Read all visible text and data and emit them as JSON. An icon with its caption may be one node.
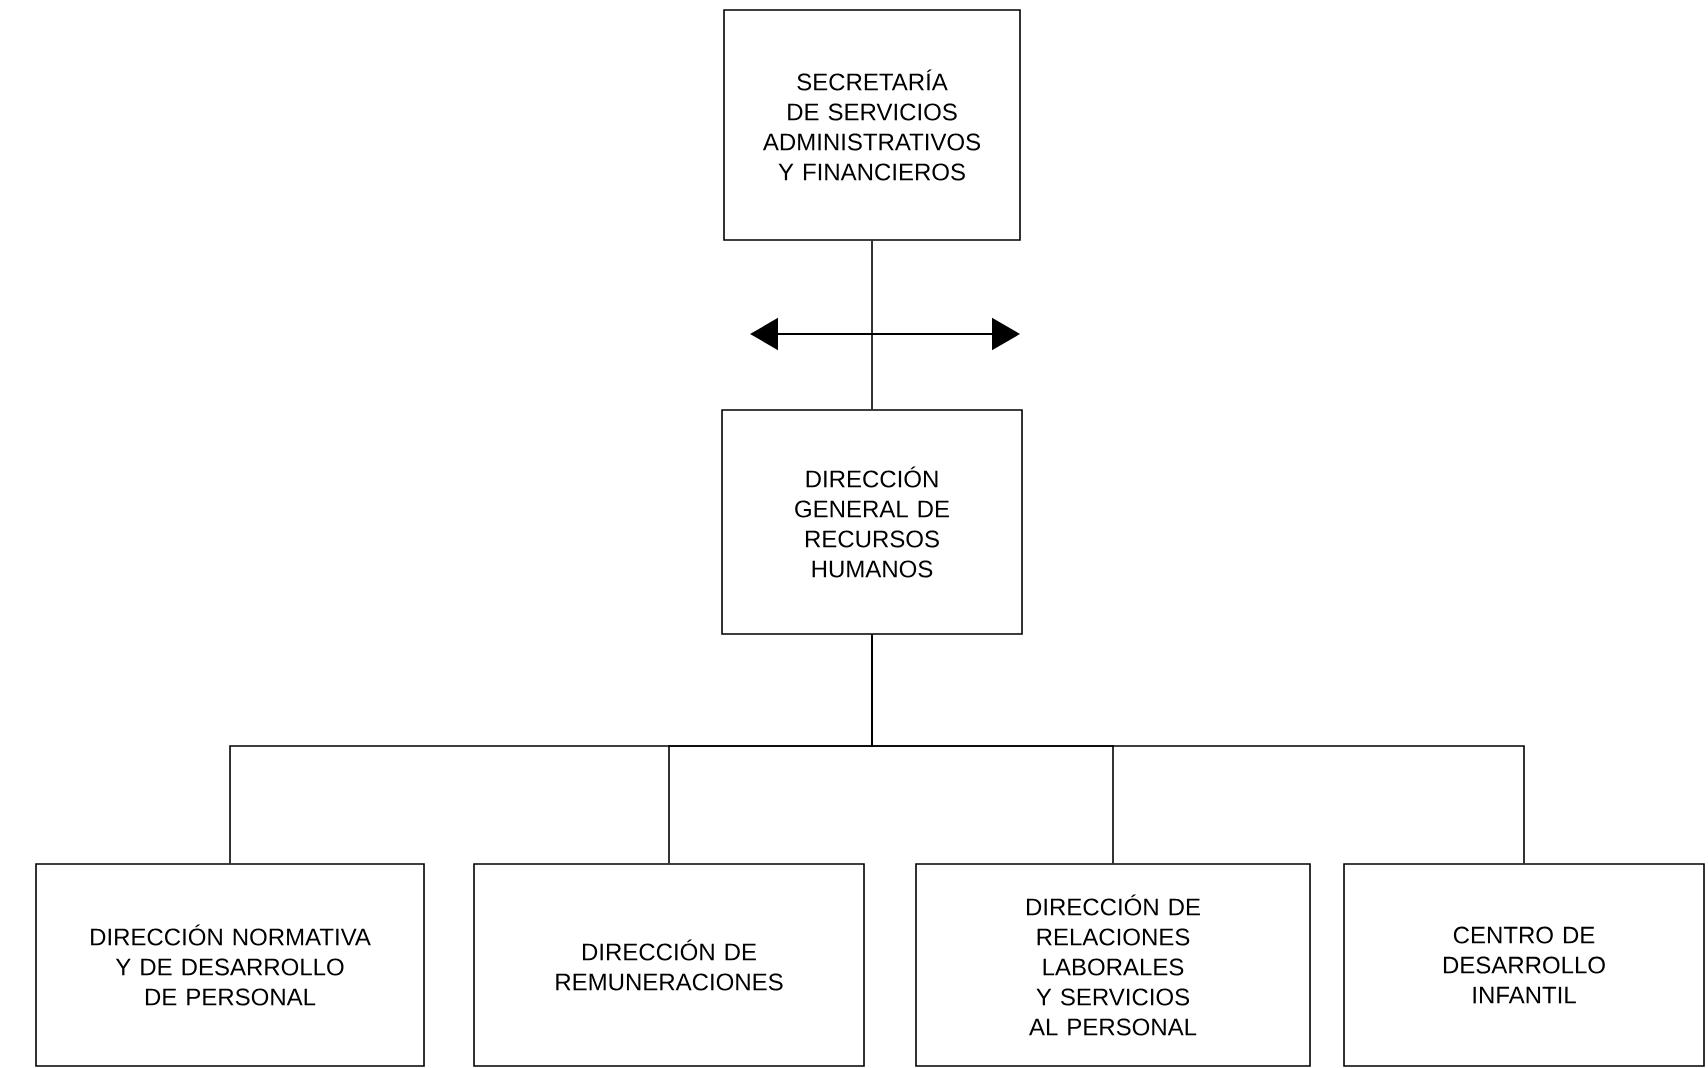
{
  "diagram": {
    "nodes": [
      {
        "text": [
          "SECRETARÍA DE SERVICIOS ADMINISTRATIVOS Y FINANCIEROS"
        ]
      },
      {
        "text": [
          "DIRECCIÓN GENERAL DE RECURSOS HUMANOS"
        ]
      },
      {
        "text": [
          "DIRECCIÓN NORMATIVA Y DE DESARROLLO DE PERSONAL"
        ]
      },
      {
        "text": [
          "DIRECCIÓN DE REMUNERACIONES"
        ]
      },
      {
        "text": [
          "DIRECCIÓN DE RELACIONES LABORALES Y SERVICIOS AL PERSONAL"
        ]
      },
      {
        "text": [
          "CENTRO DE DESARROLLO INFANTIL"
        ]
      }
    ],
    "edges": [
      {
        "from": 0,
        "to": 1,
        "arrow": "none"
      },
      {
        "from": 1,
        "to": 2,
        "arrow": "none"
      },
      {
        "from": 1,
        "to": 3,
        "arrow": "none"
      },
      {
        "from": 1,
        "to": 4,
        "arrow": "none"
      },
      {
        "from": 1,
        "to": 5,
        "arrow": "none"
      }
    ]
  }
}
